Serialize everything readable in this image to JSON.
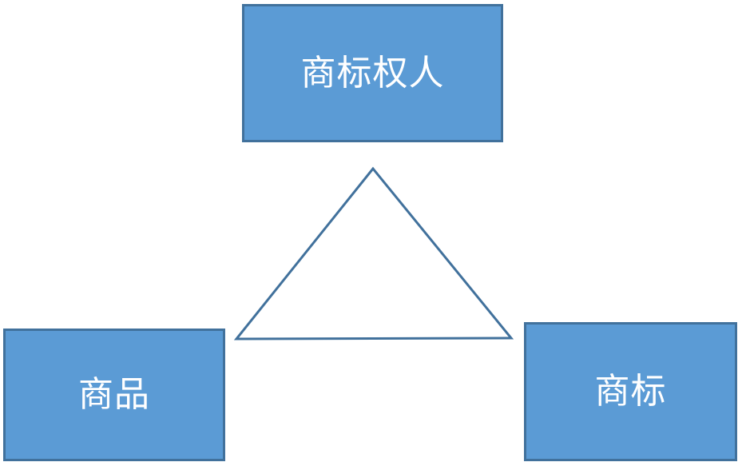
{
  "diagram": {
    "title": "trademark-relationship-triangle",
    "nodes": [
      {
        "id": "trademark-owner",
        "label": "商标权人",
        "position": "top-center"
      },
      {
        "id": "goods",
        "label": "商品",
        "position": "bottom-left"
      },
      {
        "id": "trademark",
        "label": "商标",
        "position": "bottom-right"
      }
    ],
    "connector": {
      "shape": "triangle-outline",
      "apex": [
        467,
        211
      ],
      "base_left": [
        296,
        424
      ],
      "base_right": [
        640,
        423
      ]
    },
    "colors": {
      "node_fill": "#5b9bd5",
      "node_border": "#41719c",
      "triangle_stroke": "#41719c",
      "text": "#ffffff",
      "background": "#ffffff"
    }
  }
}
